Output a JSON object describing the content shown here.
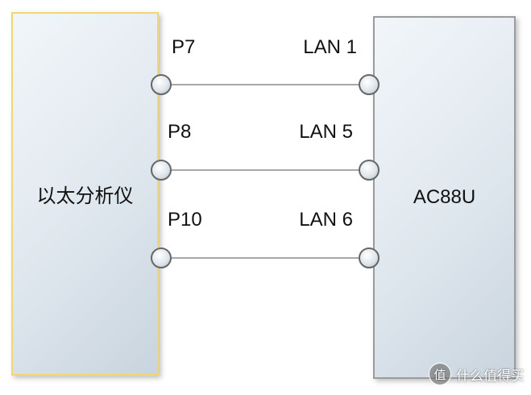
{
  "left_device": {
    "label": "以太分析仪"
  },
  "right_device": {
    "label": "AC88U"
  },
  "connections": [
    {
      "port": "P7",
      "lan": "LAN 1"
    },
    {
      "port": "P8",
      "lan": "LAN 5"
    },
    {
      "port": "P10",
      "lan": "LAN 6"
    }
  ],
  "watermark": {
    "text": "什么值得买",
    "icon": "值"
  },
  "colors": {
    "left_border": "#f1d774",
    "right_border": "#9b9b9b",
    "wire": "#a7a7a7",
    "port_border": "#676767"
  }
}
